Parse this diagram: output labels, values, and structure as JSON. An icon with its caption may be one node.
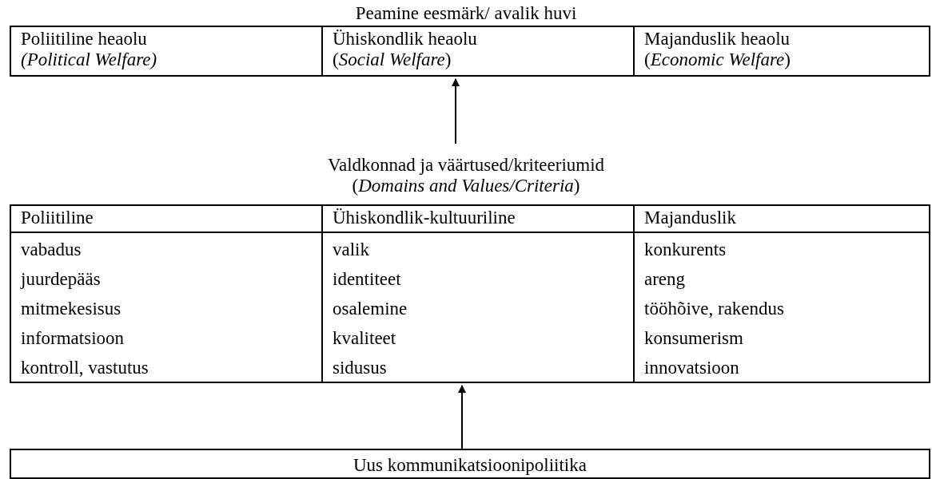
{
  "diagram": {
    "nodes": [
      {
        "text": [
          "Peamine eesmärk/ avalik huvi"
        ]
      },
      {
        "text": [
          "Poliitiline heaolu",
          "*(Political Welfare)*"
        ],
        "in": 0
      },
      {
        "text": [
          "Ühiskondlik heaolu",
          "(*Social Welfare*)"
        ],
        "in": 0
      },
      {
        "text": [
          "Majanduslik heaolu",
          "(*Economic Welfare*)"
        ],
        "in": 0
      },
      {
        "text": [
          "Valdkonnad ja väärtused/kriteeriumid",
          "(*Domains and Values/Criteria*)"
        ]
      },
      {
        "text": [
          "Poliitiline"
        ],
        "in": 4
      },
      {
        "text": [
          "Ühiskondlik-kultuuriline"
        ],
        "in": 4
      },
      {
        "text": [
          "Majanduslik"
        ],
        "in": 4
      },
      {
        "text": [
          "vabadus",
          "juurdepääs",
          "mitmekesisus",
          "informatsioon",
          "kontroll, vastutus"
        ],
        "in": 4
      },
      {
        "text": [
          "valik",
          "identiteet",
          "osalemine",
          "kvaliteet",
          "sidusus"
        ],
        "in": 4
      },
      {
        "text": [
          "konkurents",
          "areng",
          "tööhõive, rakendus",
          "konsumerism",
          "innovatsioon"
        ],
        "in": 4
      },
      {
        "text": [
          "Uus kommunikatsioonipoliitika"
        ]
      }
    ],
    "edges": [
      {
        "from": 4,
        "to": 0,
        "arrow": "to"
      },
      {
        "from": 11,
        "to": 4,
        "arrow": "to"
      }
    ]
  }
}
